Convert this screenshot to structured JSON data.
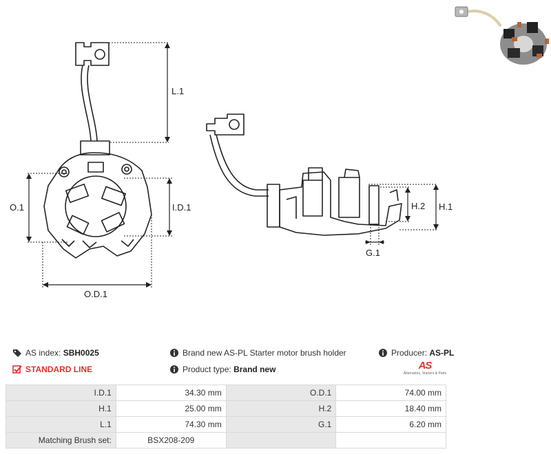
{
  "drawing": {
    "labels": {
      "l1": "L.1",
      "o1": "O.1",
      "id1": "I.D.1",
      "od1": "O.D.1",
      "h2": "H.2",
      "h1": "H.1",
      "g1": "G.1"
    }
  },
  "info": {
    "as_index_label": "AS index:",
    "as_index_value": "SBH0025",
    "line": "STANDARD LINE",
    "description": "Brand new AS-PL Starter motor brush holder",
    "product_type_label": "Product type:",
    "product_type_value": "Brand new",
    "producer_label": "Producer:",
    "producer_value": "AS-PL"
  },
  "logo": {
    "mark": "AS",
    "tagline": "Alternators, Starters & Parts"
  },
  "specs": [
    [
      "I.D.1",
      "34.30 mm",
      "O.D.1",
      "74.00 mm"
    ],
    [
      "H.1",
      "25.00 mm",
      "H.2",
      "18.40 mm"
    ],
    [
      "L.1",
      "74.30 mm",
      "G.1",
      "6.20 mm"
    ],
    [
      "Matching Brush set:",
      "BSX208-209",
      "",
      ""
    ]
  ],
  "colors": {
    "accent": "#e0332e",
    "label_bg": "#e8e8e8",
    "line": "#222222"
  }
}
